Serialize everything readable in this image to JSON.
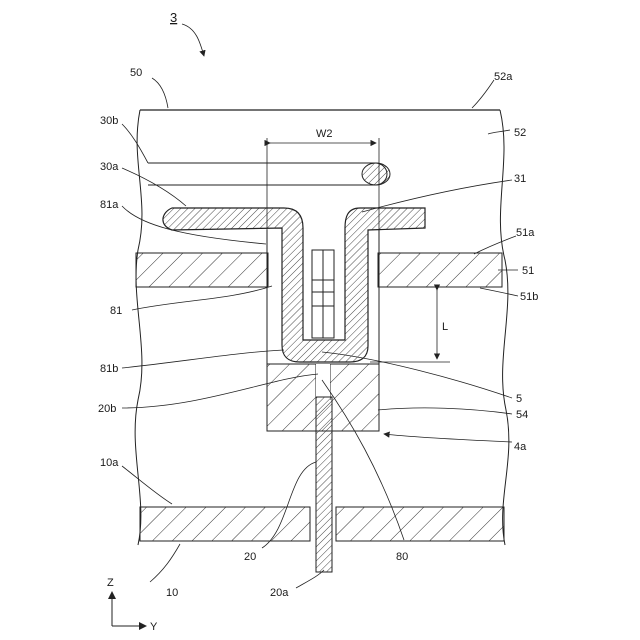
{
  "figure": {
    "ref": "3"
  },
  "labels": {
    "l50": "50",
    "l52a": "52a",
    "l52": "52",
    "l30b": "30b",
    "l30a": "30a",
    "lW2": "W2",
    "l31": "31",
    "l81a": "81a",
    "l51a": "51a",
    "l51": "51",
    "l81": "81",
    "l51b": "51b",
    "lL": "L",
    "l81b": "81b",
    "l5": "5",
    "l20b": "20b",
    "l54": "54",
    "l4a": "4a",
    "l10a": "10a",
    "l20": "20",
    "l80": "80",
    "l10": "10",
    "l20a": "20a",
    "lZ": "Z",
    "lY": "Y"
  },
  "colors": {
    "line": "#222222",
    "hatch": "#333333",
    "background": "#ffffff"
  }
}
